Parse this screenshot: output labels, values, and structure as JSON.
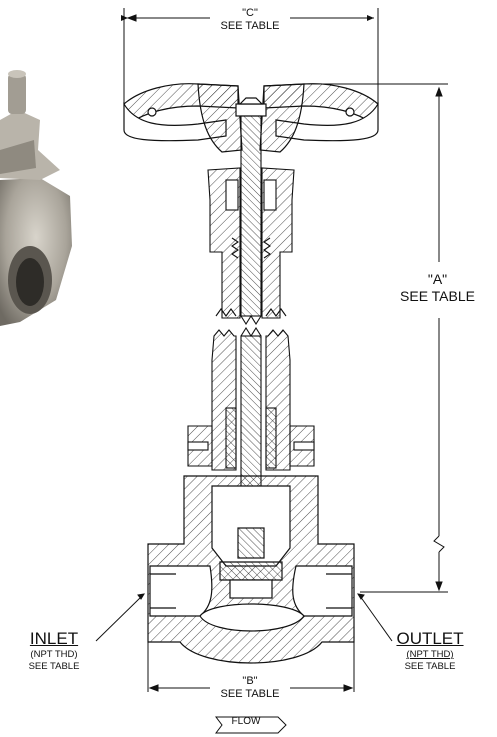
{
  "dimension_c": {
    "name": "\"C\"",
    "note": "SEE TABLE"
  },
  "dimension_a": {
    "name": "\"A\"",
    "note": "SEE TABLE"
  },
  "dimension_b": {
    "name": "\"B\"",
    "note": "SEE TABLE"
  },
  "inlet": {
    "label": "INLET",
    "thread": "(NPT THD)",
    "note": "SEE TABLE"
  },
  "outlet": {
    "label": "OUTLET",
    "thread": "(NPT THD)",
    "note": "SEE TABLE"
  },
  "flow": {
    "label": "FLOW"
  },
  "colors": {
    "line": "#111111",
    "hatch": "#222222",
    "photo_metal": "#a9a49a",
    "photo_shadow": "#6e6a62"
  }
}
